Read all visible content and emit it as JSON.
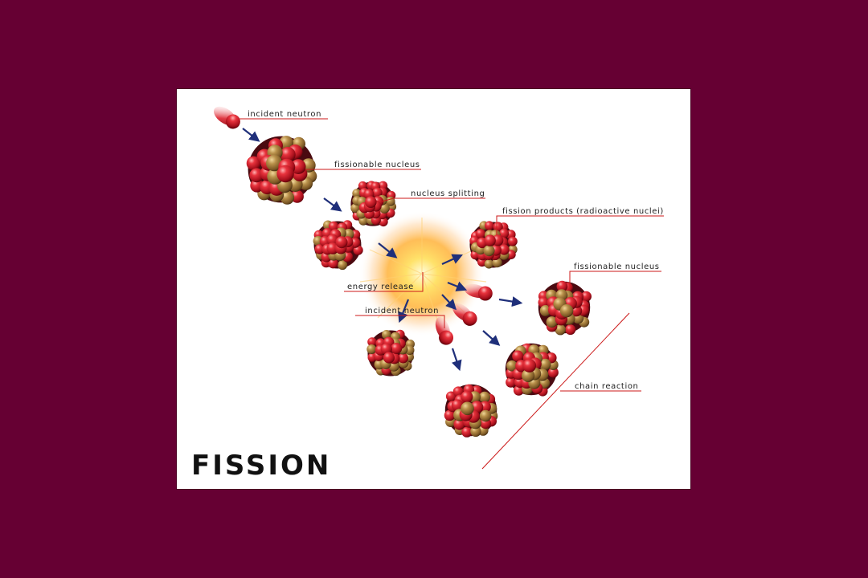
{
  "title": "FISSION",
  "labels": {
    "incident_neutron_top": "incident neutron",
    "fissionable_nucleus_1": "fissionable nucleus",
    "nucleus_splitting": "nucleus splitting",
    "fission_products": "fission products (radioactive nuclei)",
    "fissionable_nucleus_2": "fissionable nucleus",
    "energy_release": "energy release",
    "incident_neutron_mid": "incident neutron",
    "chain_reaction": "chain reaction"
  },
  "colors": {
    "background": "#660033",
    "proton": "#cc1f2a",
    "neutron": "#a0793a",
    "arrow": "#1f2f7a",
    "leader_line": "#cc1a1a"
  }
}
